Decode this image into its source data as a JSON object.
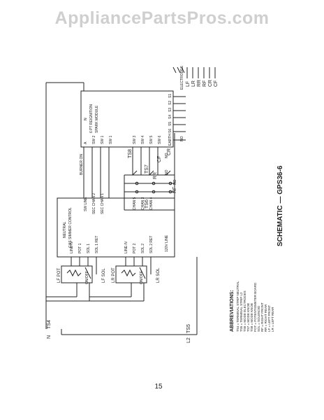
{
  "watermark": "AppliancePartsPros.com",
  "page_number": "15",
  "schematic_title": "SCHEMATIC — GPS36-6",
  "simmer_control": {
    "title_line1": "NEUTRAL",
    "title_line2": "GAS SIMMER CONTROL",
    "terminals_left": [
      "LINE-IV",
      "POT 1",
      "SOL 1",
      "SOL 1 RET",
      "LINE-IV",
      "POT 2",
      "SOL 2",
      "SOL 2 RET"
    ],
    "terminals_right": [
      "SW LINE",
      "SEC CHAN 2",
      "SEC CHAN 1",
      "CHAN 5",
      "CHAN 3",
      "CHAN 4"
    ],
    "line_label": "120V LINE"
  },
  "spark_module": {
    "title_line1": "N",
    "title_line2": "6 PT REIGNITION",
    "title_line3": "SPARK MODULE",
    "terminal_a": "A",
    "inputs": [
      "SW 2",
      "SW 1",
      "SW 1",
      "SW 3",
      "SW 4",
      "SW 5",
      "SW 6"
    ],
    "outputs": [
      "S1",
      "S2",
      "S3",
      "S4",
      "S5",
      "S6",
      "EARTH"
    ],
    "electrodes_label": "ELECTRODES",
    "electrodes": [
      "LF",
      "LR",
      "RR",
      "RF",
      "CR",
      "CF"
    ]
  },
  "burner_on": "BURNER ON",
  "labels": {
    "ts4": "TS4",
    "ts5": "TS5",
    "ts6": "TS6",
    "ts7": "TS7",
    "ts8": "TS8",
    "n": "N",
    "l2": "L2",
    "lf_pot": "LF POT",
    "lf_sol": "LF SOL",
    "lr_pot": "LR POT",
    "lr_sol": "LR SOL",
    "on_off_1": "ON/OFF",
    "on_off_2": "ON/OFF",
    "rf": "RF",
    "rr": "RR",
    "cf": "CF",
    "cr": "CR",
    "no": "NO"
  },
  "abbreviations": {
    "heading": "ABBREVIATIONS:",
    "items": [
      "TS4 = TERMINAL STRIP NEUTRAL",
      "TS5 = TERMINAL STRIP L2",
      "TS6 = MODE ELECTRODES",
      "TS7 = MODE KNOB",
      "TS8 = MODE KNOB",
      "POT = POTENTIOMETER BOARD",
      "SOL = SOLENOID",
      "RF = RIGHT FRONT",
      "RR = RIGHT REAR",
      "LF = LEFT FRONT",
      "LR = LEFT REAR"
    ]
  }
}
